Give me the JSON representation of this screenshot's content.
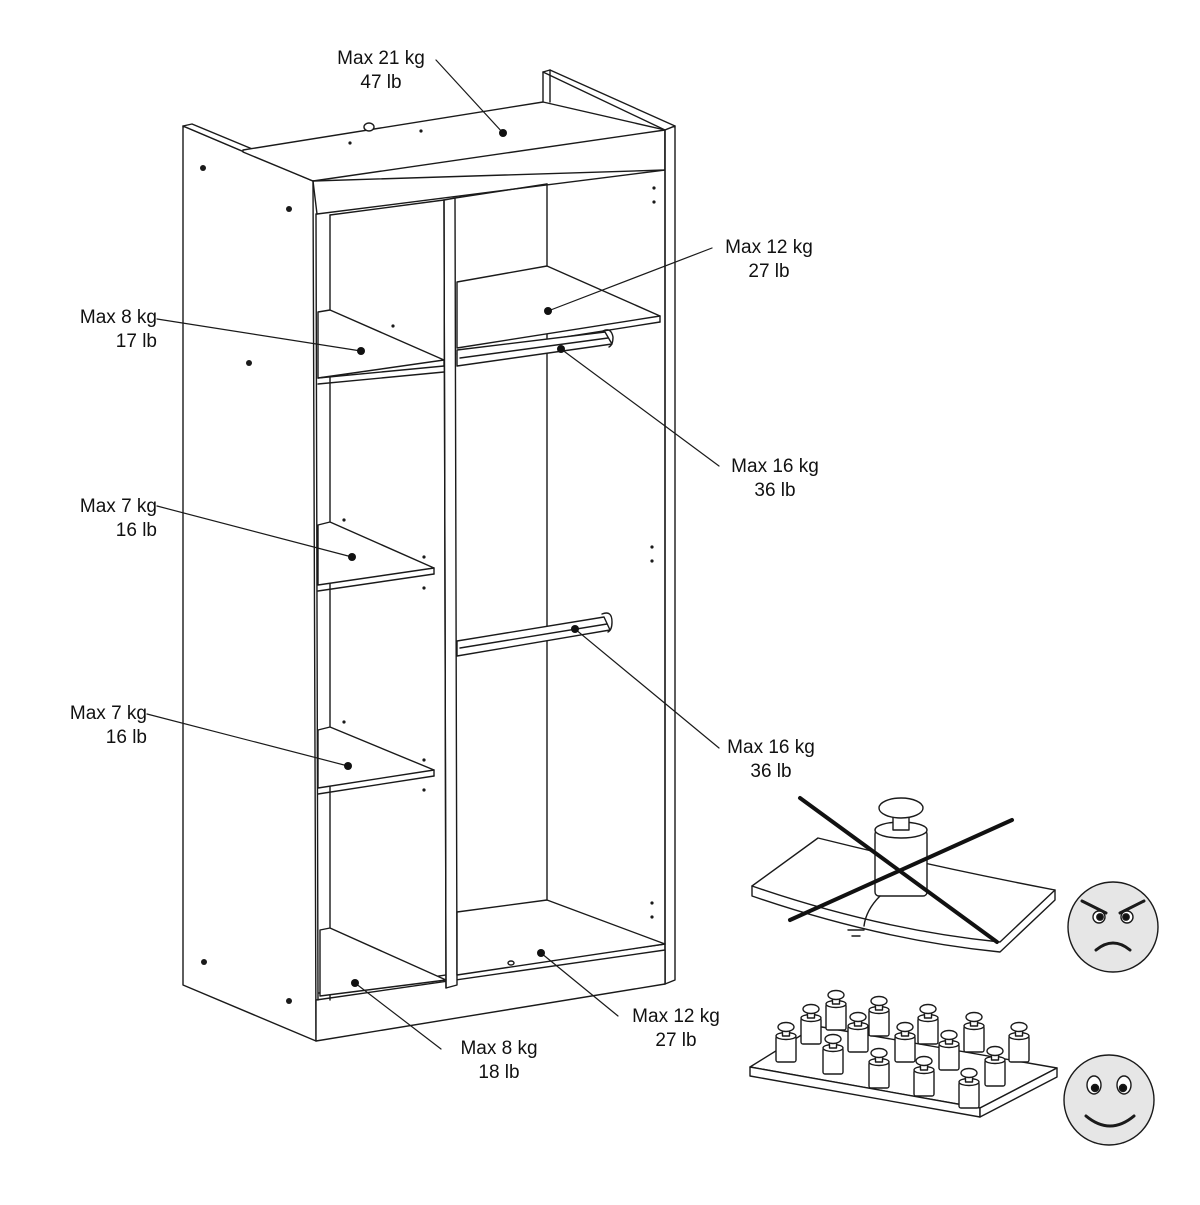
{
  "labels": {
    "top_shelf": {
      "kg": "Max 21 kg",
      "lb": "47 lb"
    },
    "upper_right_shelf": {
      "kg": "Max 12 kg",
      "lb": "27 lb"
    },
    "upper_left_shelf": {
      "kg": "Max 8 kg",
      "lb": "17 lb"
    },
    "upper_rail": {
      "kg": "Max 16 kg",
      "lb": "36 lb"
    },
    "middle_left_shelf": {
      "kg": "Max 7 kg",
      "lb": "16 lb"
    },
    "lower_rail": {
      "kg": "Max 16 kg",
      "lb": "36 lb"
    },
    "lower_left_shelf": {
      "kg": "Max 7 kg",
      "lb": "16 lb"
    },
    "bottom_right": {
      "kg": "Max 12 kg",
      "lb": "27 lb"
    },
    "bottom_left": {
      "kg": "Max 8 kg",
      "lb": "18 lb"
    }
  },
  "examples": {
    "wrong": {
      "description_icon": "angry-face-icon",
      "load": "concentrated-weight"
    },
    "right": {
      "description_icon": "happy-face-icon",
      "load": "distributed-weights"
    }
  },
  "colors": {
    "line": "#1a1a1a",
    "fill": "#ffffff",
    "panel_fill": "#f4f4f4",
    "face_fill": "#e6e6e6"
  }
}
